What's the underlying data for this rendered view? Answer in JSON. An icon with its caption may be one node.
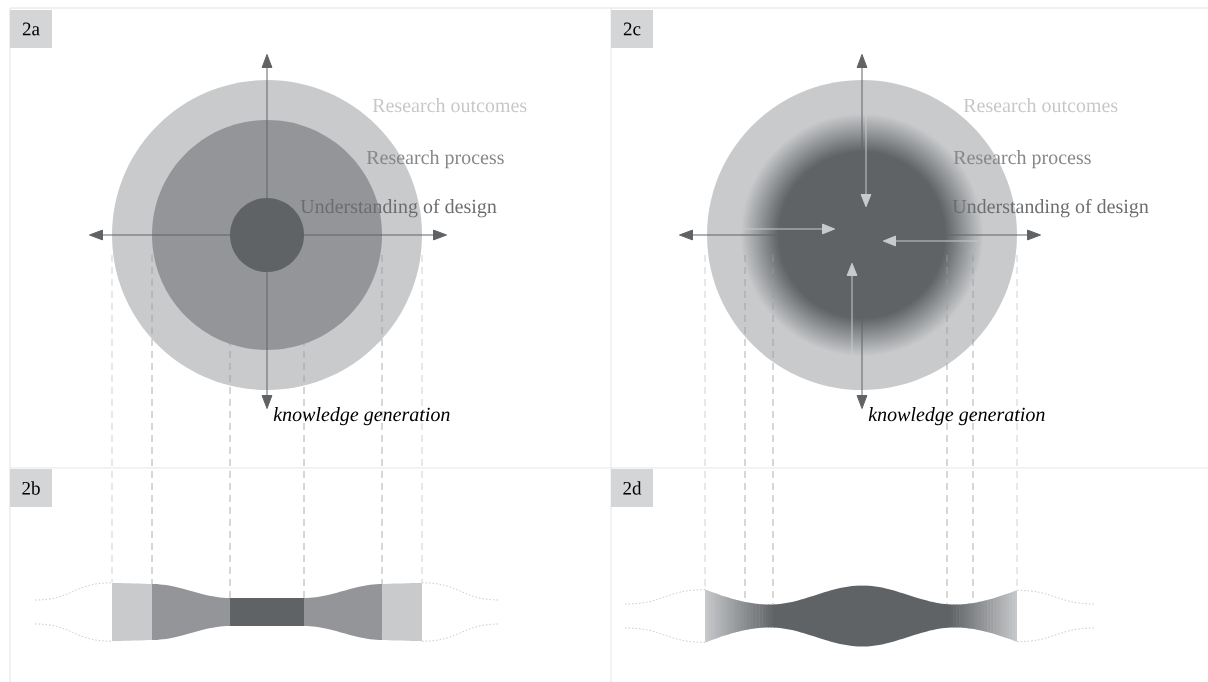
{
  "diagram": {
    "nodes": [
      {
        "text": [
          "2a"
        ]
      },
      {
        "text": [
          "2c"
        ]
      },
      {
        "text": [
          "2b"
        ]
      },
      {
        "text": [
          "2d"
        ]
      }
    ],
    "labels": [
      "Research outcomes",
      "Research process",
      "Understanding of design",
      "knowledge generation",
      "Research outcomes",
      "Research process",
      "Understanding of design",
      "knowledge generation"
    ]
  }
}
